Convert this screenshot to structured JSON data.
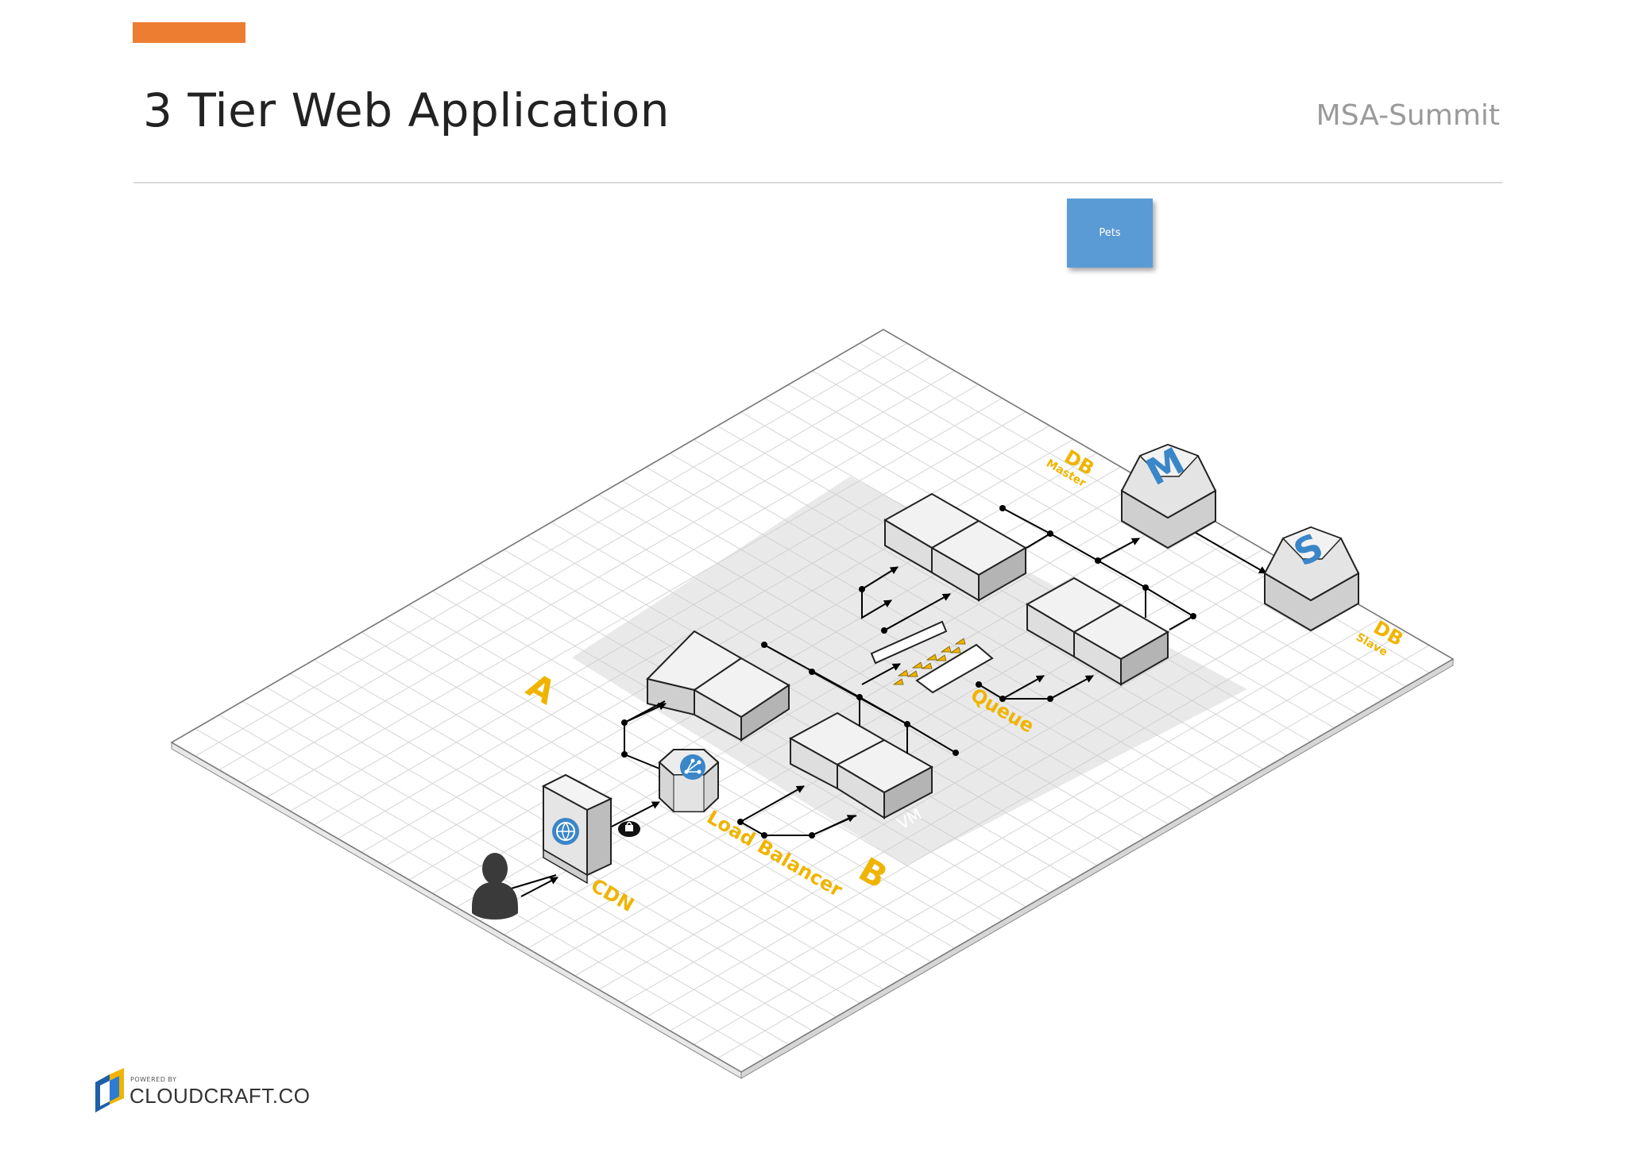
{
  "header": {
    "title": "3 Tier Web Application",
    "subtitle": "MSA-Summit"
  },
  "pets_box": {
    "label": "Pets"
  },
  "diagram": {
    "labels": {
      "db_master": "DB",
      "db_master_sub": "Master",
      "db_slave": "DB",
      "db_slave_sub": "Slave",
      "zone_a": "A",
      "zone_b": "B",
      "queue": "Queue",
      "load_balancer": "Load Balancer",
      "cdn": "CDN",
      "vm": "VM",
      "master_letter": "M",
      "slave_letter": "S"
    }
  },
  "footer": {
    "powered_by": "POWERED BY",
    "brand": "CLOUDCRAFT.CO"
  },
  "colors": {
    "accent": "#ed7d31",
    "label": "#f0b400",
    "pets": "#5b9bd5",
    "icon_blue": "#3a86c8"
  }
}
